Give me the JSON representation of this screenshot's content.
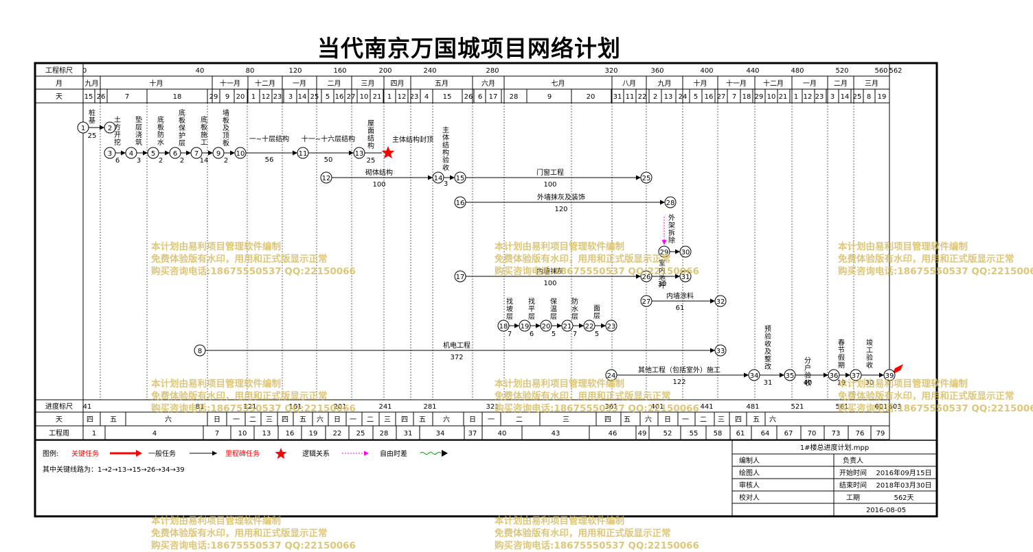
{
  "title": "当代南京万国城项目网络计划",
  "row_labels": {
    "scale": "工程标尺",
    "month": "月",
    "day": "天",
    "progress": "进度标尺",
    "weekday": "天",
    "week": "工程周"
  },
  "top_scale": [
    "0",
    "40",
    "80",
    "120",
    "160",
    "200",
    "240",
    "280",
    "320",
    "360",
    "400",
    "440",
    "480",
    "520",
    "560",
    "562"
  ],
  "months_top": [
    "九月",
    "十月",
    "十一月",
    "十二月",
    "一月",
    "二月",
    "三月",
    "四月",
    "五月",
    "六月",
    "七月",
    "八月",
    "九月",
    "十月",
    "十一月",
    "十二月",
    "一月",
    "二月",
    "三月"
  ],
  "days_top": [
    "15",
    "26",
    "7",
    "18",
    "29",
    "9",
    "20",
    "1",
    "12",
    "23",
    "3",
    "14",
    "25",
    "5",
    "16",
    "27",
    "10",
    "21",
    "1",
    "12",
    "23",
    "4",
    "15",
    "26",
    "6",
    "17",
    "28",
    "9",
    "20",
    "31",
    "11",
    "22",
    "2",
    "13",
    "24",
    "5",
    "16",
    "27",
    "7",
    "18",
    "29",
    "10",
    "21",
    "1",
    "12",
    "23",
    "3",
    "14",
    "25",
    "8",
    "19"
  ],
  "progress_scale": [
    "41",
    "81",
    "121",
    "161",
    "201",
    "241",
    "281",
    "321",
    "361",
    "401",
    "441",
    "481",
    "521",
    "561",
    "601",
    "603"
  ],
  "weekdays": [
    "四",
    "五",
    "六",
    "日",
    "一",
    "二",
    "三",
    "四",
    "五",
    "六",
    "日",
    "一",
    "二",
    "三",
    "四",
    "五",
    "六",
    "日",
    "一",
    "二",
    "三",
    "四",
    "五",
    "六",
    "日",
    "一",
    "二",
    "三",
    "四",
    "五",
    "六"
  ],
  "weeks": [
    "1",
    "4",
    "7",
    "10",
    "13",
    "16",
    "19",
    "22",
    "25",
    "28",
    "31",
    "34",
    "37",
    "40",
    "43",
    "46",
    "49",
    "52",
    "55",
    "58",
    "61",
    "64",
    "67",
    "70",
    "73",
    "76",
    "79"
  ],
  "tasks": [
    {
      "label": "桩基",
      "days": "25"
    },
    {
      "label": "土方开挖",
      "days": "6"
    },
    {
      "label": "垫层浇筑",
      "days": "3"
    },
    {
      "label": "底板防水",
      "days": "2"
    },
    {
      "label": "底板保护层",
      "days": "2"
    },
    {
      "label": "底板施工",
      "days": "14"
    },
    {
      "label": "墙板及顶板",
      "days": "2"
    },
    {
      "label": "一~十层结构",
      "days": "56"
    },
    {
      "label": "十一~十六层结构",
      "days": "50"
    },
    {
      "label": "屋面结构",
      "days": "25"
    },
    {
      "label": "主体结构封顶",
      "days": ""
    },
    {
      "label": "砌体结构",
      "days": "100"
    },
    {
      "label": "主体结构验收",
      "days": "3"
    },
    {
      "label": "门窗工程",
      "days": "100"
    },
    {
      "label": "外墙抹灰及装饰",
      "days": "120"
    },
    {
      "label": "外架拆除",
      "days": ""
    },
    {
      "label": "室内地坪",
      "days": "30"
    },
    {
      "label": "内墙抹灰",
      "days": "100"
    },
    {
      "label": "内墙涂料",
      "days": "61"
    },
    {
      "label": "找坡层",
      "days": "7"
    },
    {
      "label": "找平层",
      "days": "6"
    },
    {
      "label": "保温层",
      "days": "5"
    },
    {
      "label": "防水层",
      "days": "7"
    },
    {
      "label": "面层",
      "days": "5"
    },
    {
      "label": "机电工程",
      "days": "372"
    },
    {
      "label": "其他工程（包括室外）施工",
      "days": "122"
    },
    {
      "label": "预验收及整改",
      "days": "31"
    },
    {
      "label": "分户验收",
      "days": "40"
    },
    {
      "label": "春节假期",
      "days": "19"
    },
    {
      "label": "竣工验收",
      "days": "30"
    }
  ],
  "nodes": [
    "1",
    "2",
    "3",
    "4",
    "5",
    "6",
    "7",
    "9",
    "10",
    "11",
    "12",
    "13",
    "14",
    "15",
    "16",
    "17",
    "18",
    "19",
    "20",
    "21",
    "22",
    "23",
    "25",
    "26",
    "27",
    "28",
    "29",
    "30",
    "31",
    "32",
    "33",
    "34",
    "35",
    "36",
    "37",
    "39",
    "8",
    "24"
  ],
  "legend": {
    "title": "图例:",
    "critical": "关键任务",
    "normal": "一般任务",
    "milestone": "里程碑任务",
    "logic": "逻辑关系",
    "free": "自由时差",
    "critical_path": "其中关键线路为：1→2→13→15→26→34→39",
    "colors": {
      "critical": "#ff0000",
      "logic": "#ff00ff",
      "free": "#00a000"
    }
  },
  "info": {
    "file": "1#楼总进度计划.mpp",
    "editor_label": "编制人",
    "owner_label": "负责人",
    "drawer_label": "绘图人",
    "start_label": "开始时间",
    "start_value": "2016年09月15日",
    "reviewer_label": "审核人",
    "end_label": "结束时间",
    "end_value": "2018年03月30日",
    "checker_label": "校对人",
    "duration_label": "工期",
    "duration_value": "562天",
    "date": "2016-08-05"
  },
  "watermark": [
    "本计划由易利项目管理软件编制",
    "免费体验版有水印，用用和正式版显示正常",
    "购买咨询电话:18675550537 QQ:22150066"
  ]
}
